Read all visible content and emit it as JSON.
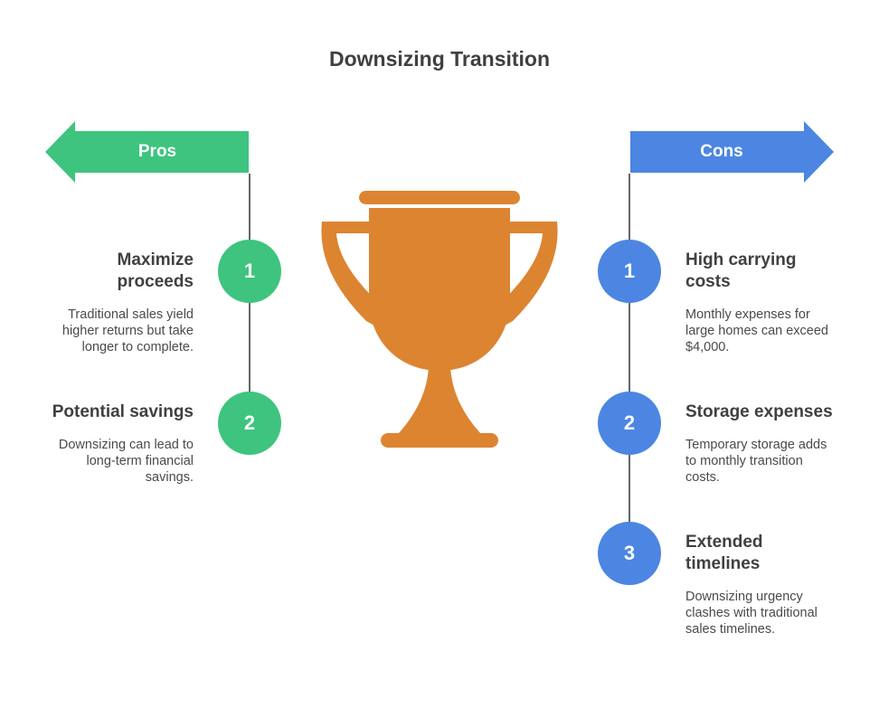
{
  "title": "Downsizing Transition",
  "colors": {
    "pros": "#3ec47e",
    "cons": "#4c86e2",
    "trophy": "#dd8431",
    "line": "#333333"
  },
  "pros": {
    "label": "Pros",
    "items": [
      {
        "number": "1",
        "title": "Maximize proceeds",
        "description": "Traditional sales yield higher returns but take longer to complete."
      },
      {
        "number": "2",
        "title": "Potential savings",
        "description": "Downsizing can lead to long-term financial savings."
      }
    ]
  },
  "cons": {
    "label": "Cons",
    "items": [
      {
        "number": "1",
        "title": "High carrying costs",
        "description": "Monthly expenses for large homes can exceed $4,000."
      },
      {
        "number": "2",
        "title": "Storage expenses",
        "description": "Temporary storage adds to monthly transition costs."
      },
      {
        "number": "3",
        "title": "Extended timelines",
        "description": "Downsizing urgency clashes with traditional sales timelines."
      }
    ]
  },
  "icons": {
    "center": "trophy-icon"
  }
}
